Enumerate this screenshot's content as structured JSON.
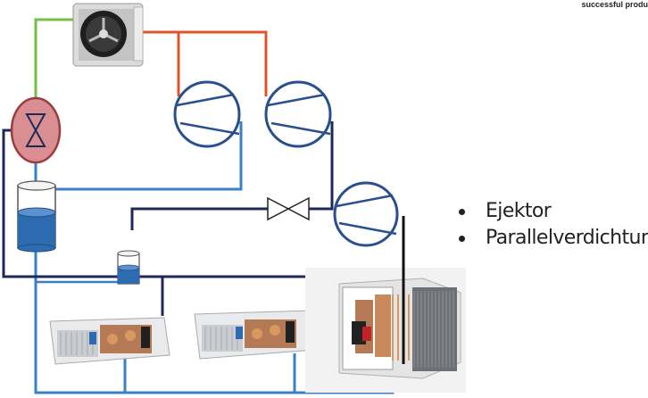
{
  "header": {
    "corner_text": "successful produ"
  },
  "bullets": [
    "Ejektor",
    "Parallelverdichtung"
  ],
  "colors": {
    "gas_line": "#74c043",
    "discharge_line": "#e0542c",
    "suction_line": "#3b7fc4",
    "liquid_line": "#1b2a5a",
    "receiver_liquid": "#2d6bb0",
    "valve_fill": "#d98f92",
    "compressor_stroke": "#2a4f8f"
  }
}
